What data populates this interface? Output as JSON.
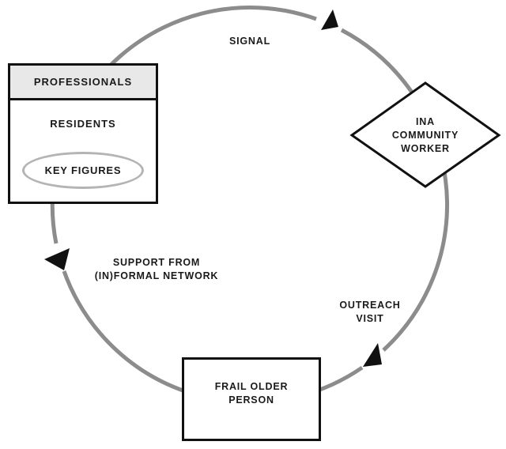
{
  "nodes": {
    "professionals": {
      "header": "PROFESSIONALS",
      "residents": "RESIDENTS",
      "key_figures": "KEY FIGURES"
    },
    "ina_community_worker": {
      "lines": [
        "INA",
        "COMMUNITY",
        "WORKER"
      ]
    },
    "frail_older_person": {
      "lines": [
        "FRAIL OLDER",
        "PERSON"
      ]
    }
  },
  "edges": {
    "signal": {
      "label": "SIGNAL"
    },
    "outreach_visit": {
      "lines": [
        "OUTREACH",
        "VISIT"
      ]
    },
    "support_network": {
      "lines": [
        "SUPPORT FROM",
        "(IN)FORMAL NETWORK"
      ]
    }
  },
  "colors": {
    "circle_stroke": "#8c8c8c",
    "node_border": "#111111",
    "header_fill": "#e8e8e8",
    "ellipse_stroke": "#b4b4b4",
    "text": "#1a1a1a",
    "arrow_fill": "#111111",
    "background": "#ffffff"
  }
}
